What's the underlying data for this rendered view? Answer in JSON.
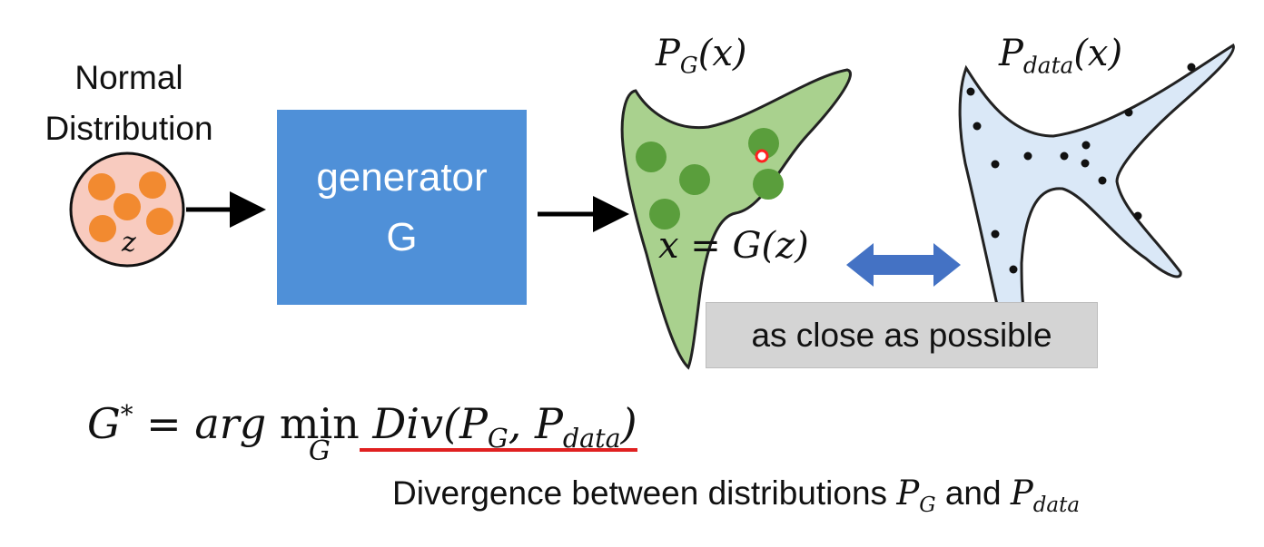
{
  "normal_distribution": {
    "label_line1": "Normal",
    "label_line2": "Distribution",
    "variable": "z"
  },
  "generator": {
    "line1": "generator",
    "line2": "G"
  },
  "pg": {
    "base": "P",
    "sub": "G",
    "arg": "(x)"
  },
  "pdata": {
    "base": "P",
    "sub": "data",
    "arg": "(x)"
  },
  "mapping": {
    "text": "x = G(z)"
  },
  "comparison": {
    "label": "as close as possible"
  },
  "objective": {
    "lhs": "G",
    "star": "*",
    "eq": " = ",
    "arg": "arg ",
    "min": "min",
    "min_sub": "G",
    "div": " Div(",
    "p1": "P",
    "p1_sub": "G",
    "comma": ", ",
    "p2": "P",
    "p2_sub": "data",
    "close": ")"
  },
  "divergence_caption": {
    "prefix": "Divergence between distributions ",
    "p1": "P",
    "p1_sub": "G",
    "and": " and ",
    "p2": "P",
    "p2_sub": "data"
  },
  "colors": {
    "generator_fill": "#4f90d8",
    "pg_fill": "#a9d18e",
    "pdata_fill": "#dae8f7",
    "orange_points": "#f28a30",
    "green_points": "#5a9e3c",
    "double_arrow": "#4472c4",
    "underline": "#e02020"
  }
}
